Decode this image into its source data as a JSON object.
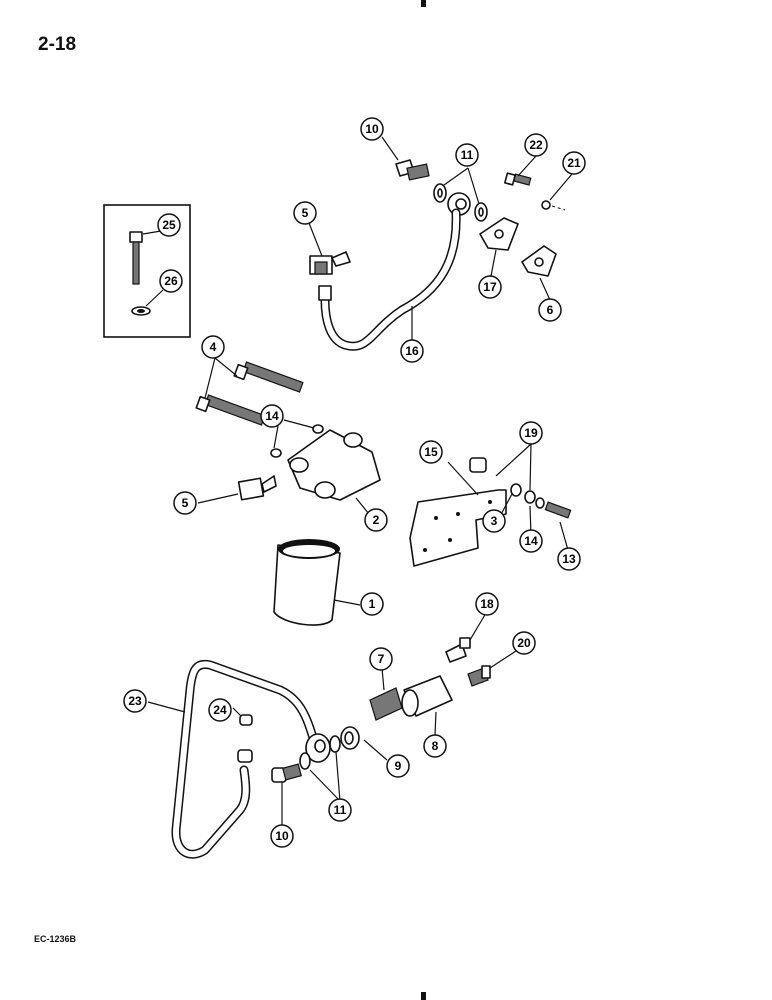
{
  "page": {
    "number": "2-18",
    "figure_code": "EC-1236B"
  },
  "callouts": [
    {
      "id": "c10a",
      "label": "10"
    },
    {
      "id": "c11a",
      "label": "11"
    },
    {
      "id": "c22",
      "label": "22"
    },
    {
      "id": "c21",
      "label": "21"
    },
    {
      "id": "c5a",
      "label": "5"
    },
    {
      "id": "c17",
      "label": "17"
    },
    {
      "id": "c6",
      "label": "6"
    },
    {
      "id": "c16",
      "label": "16"
    },
    {
      "id": "c25",
      "label": "25"
    },
    {
      "id": "c26",
      "label": "26"
    },
    {
      "id": "c4",
      "label": "4"
    },
    {
      "id": "c14a",
      "label": "14"
    },
    {
      "id": "c15",
      "label": "15"
    },
    {
      "id": "c19",
      "label": "19"
    },
    {
      "id": "c5b",
      "label": "5"
    },
    {
      "id": "c2",
      "label": "2"
    },
    {
      "id": "c3",
      "label": "3"
    },
    {
      "id": "c14b",
      "label": "14"
    },
    {
      "id": "c13",
      "label": "13"
    },
    {
      "id": "c1",
      "label": "1"
    },
    {
      "id": "c18",
      "label": "18"
    },
    {
      "id": "c7",
      "label": "7"
    },
    {
      "id": "c20",
      "label": "20"
    },
    {
      "id": "c23",
      "label": "23"
    },
    {
      "id": "c24",
      "label": "24"
    },
    {
      "id": "c8",
      "label": "8"
    },
    {
      "id": "c9",
      "label": "9"
    },
    {
      "id": "c11b",
      "label": "11"
    },
    {
      "id": "c10b",
      "label": "10"
    }
  ]
}
